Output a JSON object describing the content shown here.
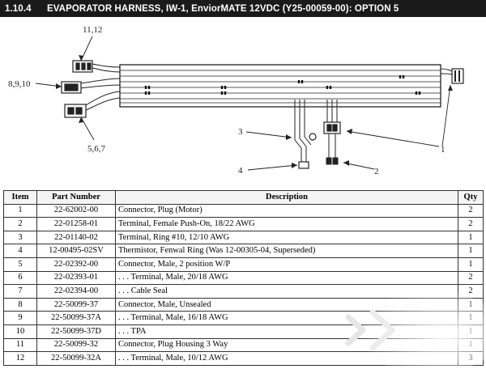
{
  "header": {
    "section": "1.10.4",
    "title": "EVAPORATOR HARNESS, IW-1, EnviorMATE  12VDC (Y25-00059-00): OPTION 5"
  },
  "callouts": [
    "11,12",
    "8,9,10",
    "5,6,7",
    "3",
    "4",
    "1",
    "2"
  ],
  "table": {
    "headers": [
      "Item",
      "Part Number",
      "Description",
      "Qty"
    ],
    "rows": [
      {
        "item": "1",
        "part": "22-62002-00",
        "desc": "Connector, Plug (Motor)",
        "qty": "2"
      },
      {
        "item": "2",
        "part": "22-01258-01",
        "desc": "Terminal, Female Push-On, 18/22 AWG",
        "qty": "2"
      },
      {
        "item": "3",
        "part": "22-01140-02",
        "desc": "Terminal, Ring #10, 12/10 AWG",
        "qty": "1"
      },
      {
        "item": "4",
        "part": "12-00495-02SV",
        "desc": "Thermistor, Fenwal Ring (Was 12-00305-04, Superseded)",
        "qty": "1"
      },
      {
        "item": "5",
        "part": "22-02392-00",
        "desc": "Connector, Male, 2 position W/P",
        "qty": "1"
      },
      {
        "item": "6",
        "part": "22-02393-01",
        "desc": ". . .  Terminal, Male, 20/18 AWG",
        "qty": "2"
      },
      {
        "item": "7",
        "part": "22-02394-00",
        "desc": ". . .  Cable Seal",
        "qty": "2"
      },
      {
        "item": "8",
        "part": "22-50099-37",
        "desc": "Connector, Male, Unsealed",
        "qty": "1"
      },
      {
        "item": "9",
        "part": "22-50099-37A",
        "desc": ". . .  Terminal, Male, 16/18 AWG",
        "qty": "1"
      },
      {
        "item": "10",
        "part": "22-50099-37D",
        "desc": ". . .  TPA",
        "qty": "1"
      },
      {
        "item": "11",
        "part": "22-50099-32",
        "desc": "Connector, Plug Housing 3 Way",
        "qty": "1"
      },
      {
        "item": "12",
        "part": "22-50099-32A",
        "desc": ". . .  Terminal, Male, 10/12 AWG",
        "qty": "3"
      }
    ]
  }
}
